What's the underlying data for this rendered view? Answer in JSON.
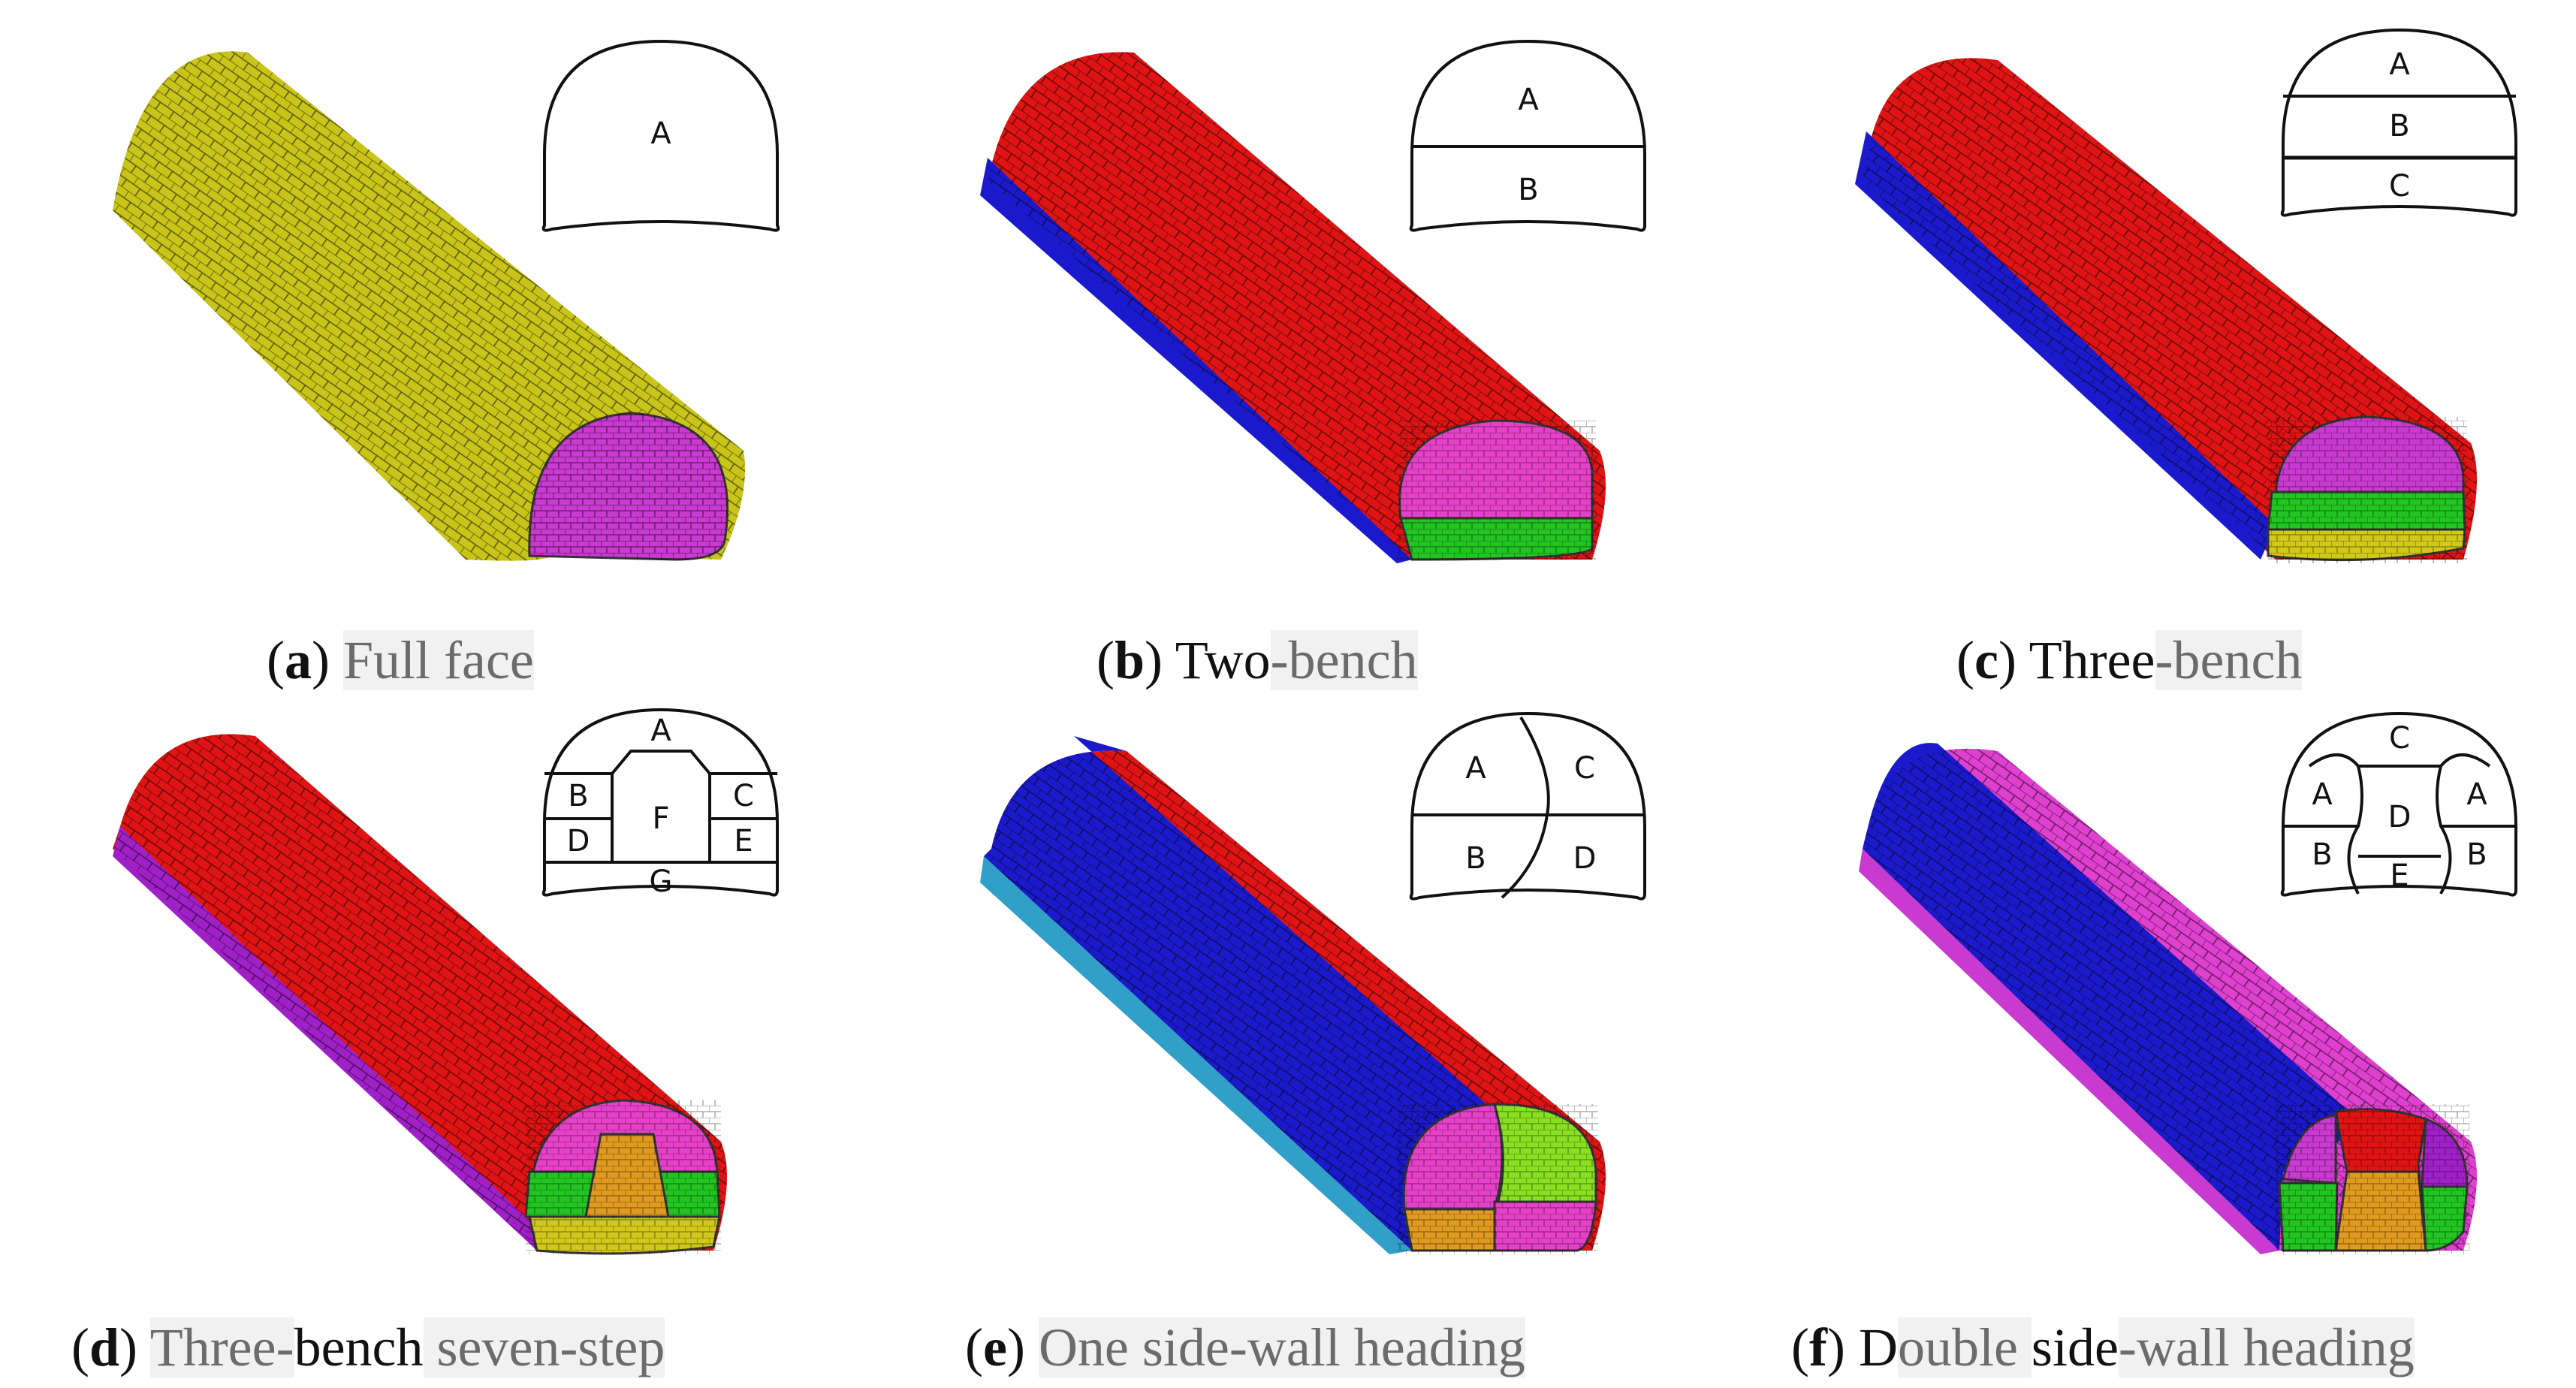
{
  "panels": [
    {
      "id": "a",
      "letter": "a",
      "caption_parts": [
        {
          "text": "Full face",
          "cls": "gbg"
        }
      ],
      "sections": [
        "A"
      ],
      "colors": {
        "body": "#c8c419",
        "face": "#c83ad0"
      }
    },
    {
      "id": "b",
      "letter": "b",
      "caption_parts": [
        {
          "text": "Two",
          "cls": "dk"
        },
        {
          "text": "-bench",
          "cls": "gbg"
        }
      ],
      "sections": [
        "A",
        "B"
      ],
      "colors": {
        "body": "#e01414",
        "side": "#1a1acc",
        "face_top": "#e640c8",
        "face_bottom": "#22c422"
      }
    },
    {
      "id": "c",
      "letter": "c",
      "caption_parts": [
        {
          "text": "Three",
          "cls": "dk"
        },
        {
          "text": "-bench",
          "cls": "gbg"
        }
      ],
      "sections": [
        "A",
        "B",
        "C"
      ],
      "colors": {
        "body": "#e01414",
        "side": "#1a1acc",
        "face_top": "#c83ad0",
        "face_mid": "#22c422",
        "face_bottom": "#d0c81a"
      }
    },
    {
      "id": "d",
      "letter": "d",
      "caption_parts": [
        {
          "text": "Three-",
          "cls": "gbg"
        },
        {
          "text": "bench",
          "cls": "dk"
        },
        {
          "text": " seven-step",
          "cls": "gbg"
        }
      ],
      "sections": [
        "A",
        "B",
        "C",
        "D",
        "E",
        "F",
        "G"
      ],
      "colors": {
        "body": "#e01414",
        "side": "#a020c8",
        "face_top": "#e640c8",
        "face_mid": "#22c422",
        "core": "#e09a20",
        "bottom": "#d0c81a"
      }
    },
    {
      "id": "e",
      "letter": "e",
      "caption_parts": [
        {
          "text": "One side-wall heading",
          "cls": "gbg"
        }
      ],
      "sections": [
        "A",
        "C",
        "B",
        "D"
      ],
      "colors": {
        "body": "#e01414",
        "side": "#1a1acc",
        "lower": "#30a0c8",
        "face_left": "#e640c8",
        "face_right": "#88e020",
        "face_bl": "#e09a20"
      }
    },
    {
      "id": "f",
      "letter": "f",
      "caption_parts": [
        {
          "text": "D",
          "cls": "dk"
        },
        {
          "text": "ouble ",
          "cls": "gbg"
        },
        {
          "text": "side",
          "cls": "dk"
        },
        {
          "text": "-wall heading",
          "cls": "gbg"
        }
      ],
      "sections": [
        "C",
        "A",
        "D",
        "A",
        "B",
        "E",
        "B"
      ],
      "colors": {
        "body": "#e040d0",
        "side": "#1a1acc",
        "core": "#e01414",
        "face_left": "#22c422",
        "core_low": "#e09a20"
      }
    }
  ]
}
